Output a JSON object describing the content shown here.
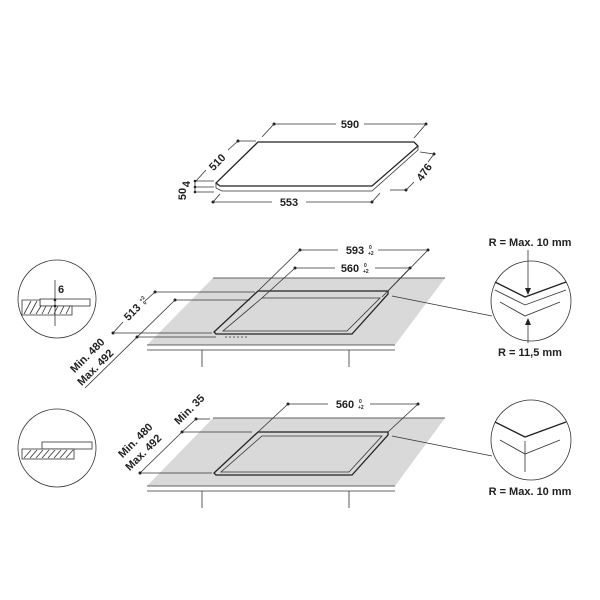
{
  "hob": {
    "width": "590",
    "depth": "510",
    "depth_inner": "476",
    "width_bottom": "553",
    "glass_thickness": "4",
    "height": "50"
  },
  "flush_mount": {
    "cutout_outer": "593",
    "cutout_outer_tol_top": "0",
    "cutout_outer_tol_bottom": "+2",
    "cutout_inner": "560",
    "cutout_inner_tol_top": "0",
    "cutout_inner_tol_bottom": "+2",
    "depth_outer": "513",
    "depth_outer_tol_top": "+2",
    "depth_outer_tol_bottom": "0",
    "worktop_min": "Min. 480",
    "worktop_max": "Max. 492",
    "step_depth": "6",
    "radius_outer": "R = Max. 10 mm",
    "radius_inner": "R = 11,5 mm"
  },
  "standard_mount": {
    "cutout": "560",
    "cutout_tol_top": "0",
    "cutout_tol_bottom": "+2",
    "worktop_min": "Min. 480",
    "worktop_max": "Max. 492",
    "front_min": "Min. 35",
    "radius": "R = Max. 10 mm"
  }
}
